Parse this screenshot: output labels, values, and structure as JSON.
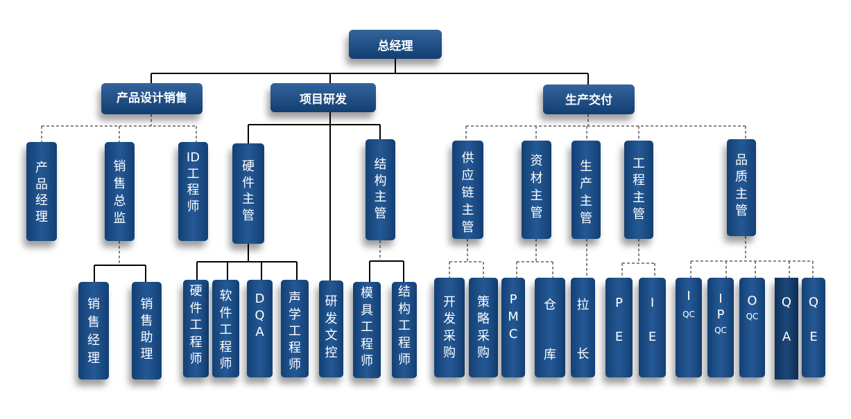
{
  "colors": {
    "box_fill": "#174e8e",
    "box_text": "#ffffff",
    "solid_line": "#000000",
    "dashed_line": "#5e5e5e"
  },
  "org": {
    "label": "总经理",
    "children": [
      {
        "label": "产品设计销售",
        "children": [
          {
            "label": "产品经理"
          },
          {
            "label": "销售总监",
            "children": [
              {
                "label": "销售经理"
              },
              {
                "label": "销售助理"
              }
            ]
          },
          {
            "label": "ID工程师"
          }
        ]
      },
      {
        "label": "项目研发",
        "children": [
          {
            "label": "硬件主管",
            "children": [
              {
                "label": "硬件工程师"
              },
              {
                "label": "软件工程师"
              },
              {
                "label": "DQA"
              },
              {
                "label": "声学工程师"
              }
            ]
          },
          {
            "label": "研发文控"
          },
          {
            "label": "结构主管",
            "children": [
              {
                "label": "模具工程师"
              },
              {
                "label": "结构工程师"
              }
            ]
          }
        ]
      },
      {
        "label": "生产交付",
        "children": [
          {
            "label": "供应链主管",
            "children": [
              {
                "label": "开发采购"
              },
              {
                "label": "策略采购"
              }
            ]
          },
          {
            "label": "资材主管",
            "children": [
              {
                "label": "PMC"
              },
              {
                "label": "仓库"
              }
            ]
          },
          {
            "label": "生产主管",
            "children": [
              {
                "label": "拉长"
              }
            ]
          },
          {
            "label": "工程主管",
            "children": [
              {
                "label": "PE"
              },
              {
                "label": "IE"
              }
            ]
          },
          {
            "label": "品质主管",
            "children": [
              {
                "label": "IQC"
              },
              {
                "label": "IPQC"
              },
              {
                "label": "OQC"
              },
              {
                "label": "QA"
              },
              {
                "label": "QE"
              }
            ]
          }
        ]
      }
    ]
  }
}
